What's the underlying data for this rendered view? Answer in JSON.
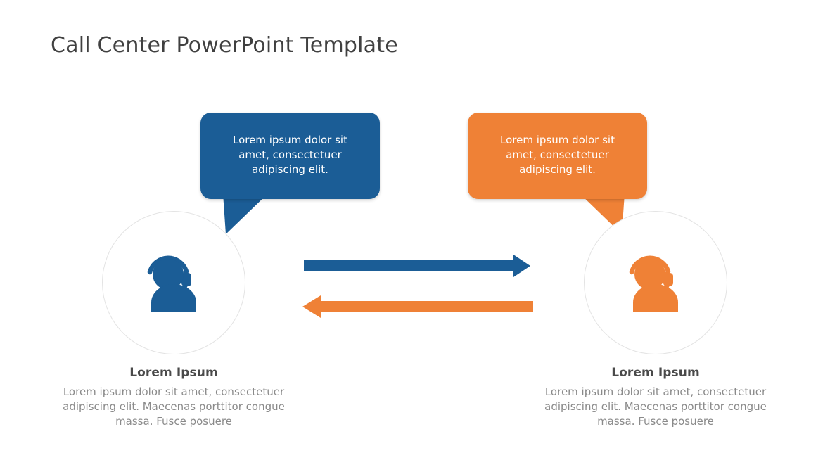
{
  "slide": {
    "title": "Call Center PowerPoint Template",
    "background_color": "#ffffff"
  },
  "colors": {
    "blue": "#1b5d96",
    "orange": "#ef8136",
    "title_text": "#404040",
    "caption_title_text": "#4a4a4a",
    "caption_body_text": "#8a8a8a",
    "bubble_text": "#ffffff",
    "circle_border": "#e3e3e3"
  },
  "bubbles": {
    "left": {
      "text": "Lorem ipsum dolor sit amet, consectetuer adipiscing elit.",
      "color": "#1b5d96",
      "tail_direction": "down-left"
    },
    "right": {
      "text": "Lorem ipsum dolor sit amet, consectetuer adipiscing elit.",
      "color": "#ef8136",
      "tail_direction": "down-right"
    }
  },
  "agents": {
    "left": {
      "icon": "headset-agent-icon",
      "color": "#1b5d96"
    },
    "right": {
      "icon": "headset-agent-icon",
      "color": "#ef8136"
    }
  },
  "arrows": {
    "top": {
      "direction": "right",
      "color": "#1b5d96"
    },
    "bottom": {
      "direction": "left",
      "color": "#ef8136"
    }
  },
  "captions": {
    "left": {
      "title": "Lorem Ipsum",
      "body": "Lorem ipsum dolor sit amet, consectetuer adipiscing elit. Maecenas porttitor congue massa. Fusce posuere"
    },
    "right": {
      "title": "Lorem Ipsum",
      "body": "Lorem ipsum dolor sit amet, consectetuer adipiscing elit. Maecenas porttitor congue massa. Fusce posuere"
    }
  }
}
